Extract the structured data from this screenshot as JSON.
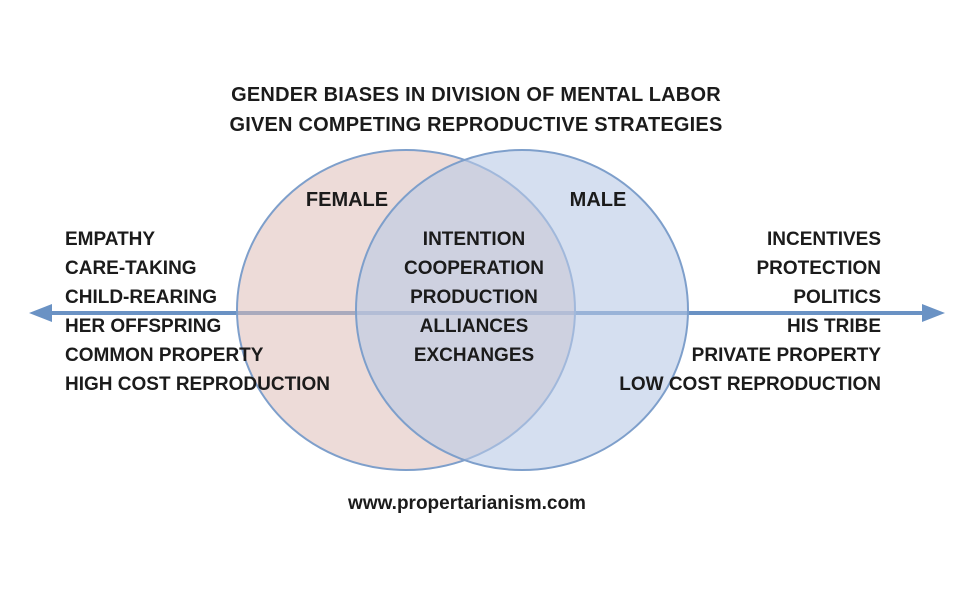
{
  "title": {
    "line1": "GENDER BIASES IN DIVISION OF MENTAL LABOR",
    "line2": "GIVEN COMPETING REPRODUCTIVE STRATEGIES"
  },
  "venn": {
    "left_label": "FEMALE",
    "right_label": "MALE",
    "left_items": [
      "EMPATHY",
      "CARE-TAKING",
      "CHILD-REARING",
      "HER OFFSPRING",
      "COMMON PROPERTY",
      "HIGH COST REPRODUCTION"
    ],
    "center_items": [
      "INTENTION",
      "COOPERATION",
      "PRODUCTION",
      "ALLIANCES",
      "EXCHANGES"
    ],
    "right_items": [
      "INCENTIVES",
      "PROTECTION",
      "POLITICS",
      "HIS TRIBE",
      "PRIVATE PROPERTY",
      "LOW COST REPRODUCTION"
    ],
    "colors": {
      "female_fill": "#DFBEB8",
      "male_fill": "#B9CAE6",
      "circle_stroke": "#7E9FCB",
      "arrow": "#6A92C4",
      "text": "#1B1B1B"
    }
  },
  "footer": {
    "url": "www.propertarianism.com"
  }
}
